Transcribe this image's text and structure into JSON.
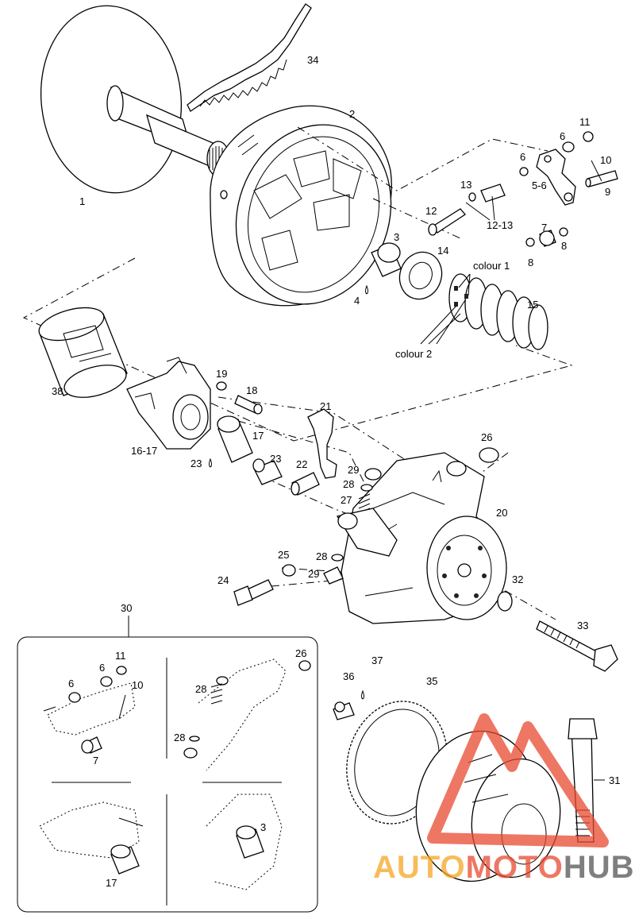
{
  "callouts": {
    "c1": "1",
    "c2": "2",
    "c3": "3",
    "c4": "4",
    "c5_6": "5-6",
    "c6a": "6",
    "c6b": "6",
    "c7": "7",
    "c8a": "8",
    "c8b": "8",
    "c9": "9",
    "c10": "10",
    "c11": "11",
    "c12": "12",
    "c12_13": "12-13",
    "c13": "13",
    "c14": "14",
    "c15": "15",
    "c16_17": "16-17",
    "c17": "17",
    "c18": "18",
    "c19": "19",
    "c20": "20",
    "c21": "21",
    "c22": "22",
    "c23a": "23",
    "c23b": "23",
    "c24": "24",
    "c25": "25",
    "c26": "26",
    "c27": "27",
    "c28a": "28",
    "c28b": "28",
    "c29a": "29",
    "c29b": "29",
    "c30": "30",
    "c31": "31",
    "c32": "32",
    "c33": "33",
    "c34": "34",
    "c35": "35",
    "c36": "36",
    "c37": "37",
    "c38": "38",
    "colour1": "colour 1",
    "colour2": "colour 2"
  },
  "detail_box": {
    "i11": "11",
    "i6a": "6",
    "i6b": "6",
    "i10": "10",
    "i7": "7",
    "i26": "26",
    "i28a": "28",
    "i28b": "28",
    "i3": "3",
    "i17": "17"
  },
  "watermark": {
    "part1": "AUTO",
    "part2": "MOTO",
    "part3": "HUB",
    "colors": {
      "orange": "#f5a623",
      "red": "#e84a2f",
      "grey": "#555555"
    }
  }
}
